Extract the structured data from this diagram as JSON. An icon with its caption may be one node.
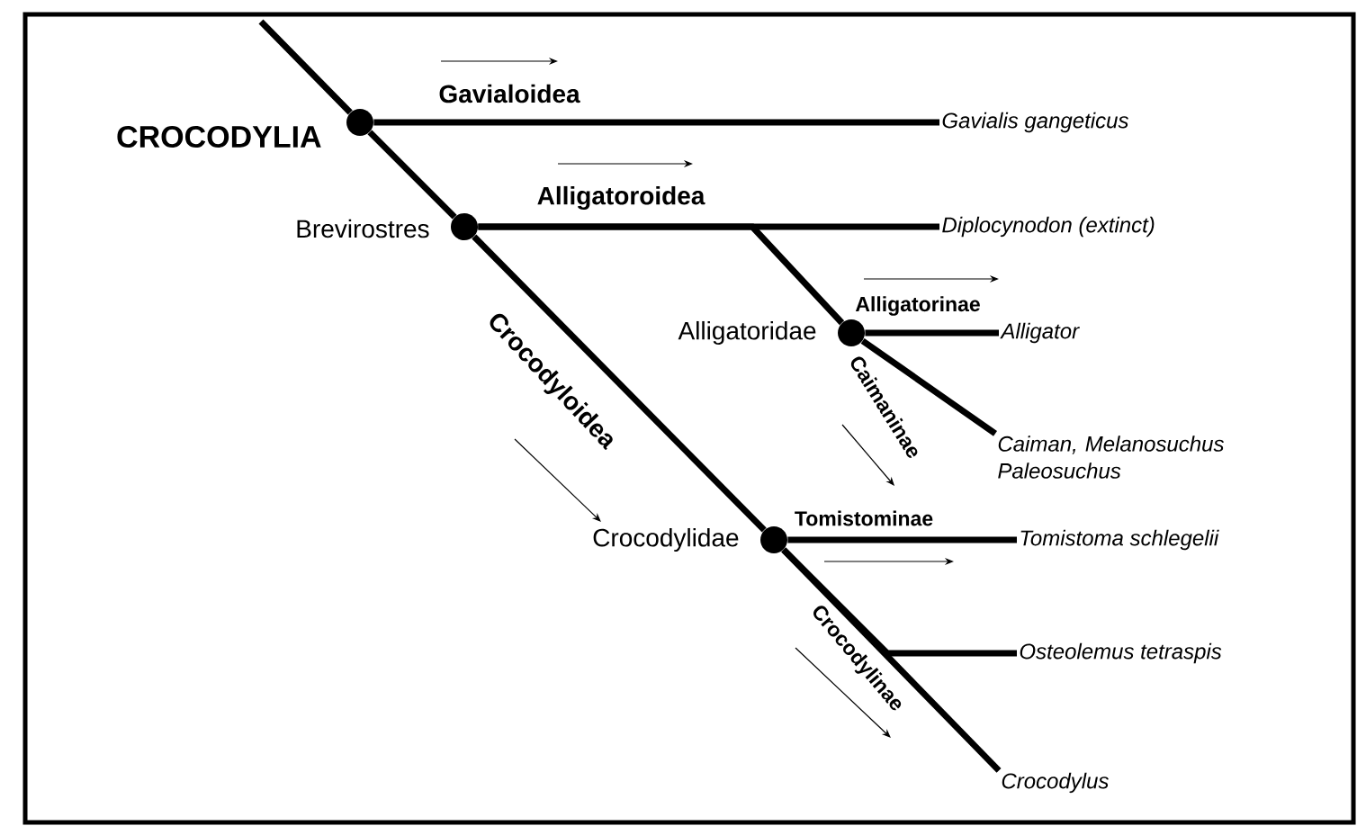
{
  "diagram": {
    "nodes": [
      {
        "text": [],
        "shape": "circle",
        "beside": [
          "CROCODYLIA"
        ]
      },
      {
        "text": [
          "Gavialis gangeticus"
        ]
      },
      {
        "text": [],
        "shape": "circle",
        "beside": [
          "Brevirostres"
        ]
      },
      {
        "text": [
          "*Diplocynodon* (extinct)"
        ]
      },
      {
        "text": [],
        "shape": "circle",
        "beside": [
          "Alligatoridae"
        ]
      },
      {
        "text": [
          "Alligator"
        ]
      },
      {
        "text": [
          "Caiman, Melanosuchus Paleosuchus"
        ]
      },
      {
        "text": [],
        "shape": "circle",
        "beside": [
          "Crocodylidae"
        ]
      },
      {
        "text": [
          "Tomistoma schlegelii"
        ]
      },
      {
        "text": [
          "Osteolemus tetraspis"
        ]
      },
      {
        "text": [
          "Crocodylus"
        ]
      }
    ],
    "edges": [
      {
        "from": null,
        "to": 0,
        "arrow": "none"
      },
      {
        "from": 0,
        "to": 1,
        "arrow": "none",
        "label": "Gavialoidea"
      },
      {
        "from": 0,
        "to": 2,
        "arrow": "none"
      },
      {
        "from": 2,
        "to": 3,
        "arrow": "none",
        "label": "Alligatoroidea"
      },
      {
        "from": 2,
        "to": 4,
        "arrow": "none"
      },
      {
        "from": 4,
        "to": 5,
        "arrow": "none",
        "label": "Alligatorinae"
      },
      {
        "from": 4,
        "to": 6,
        "arrow": "none",
        "label": "Caimaninae"
      },
      {
        "from": 2,
        "to": 7,
        "arrow": "none",
        "label": "Crocodyloidea"
      },
      {
        "from": 7,
        "to": 8,
        "arrow": "none",
        "label": "Tomistominae"
      },
      {
        "from": 7,
        "to": 9,
        "arrow": "none"
      },
      {
        "from": 7,
        "to": 10,
        "arrow": "none",
        "label": "Crocodylinae"
      }
    ]
  }
}
